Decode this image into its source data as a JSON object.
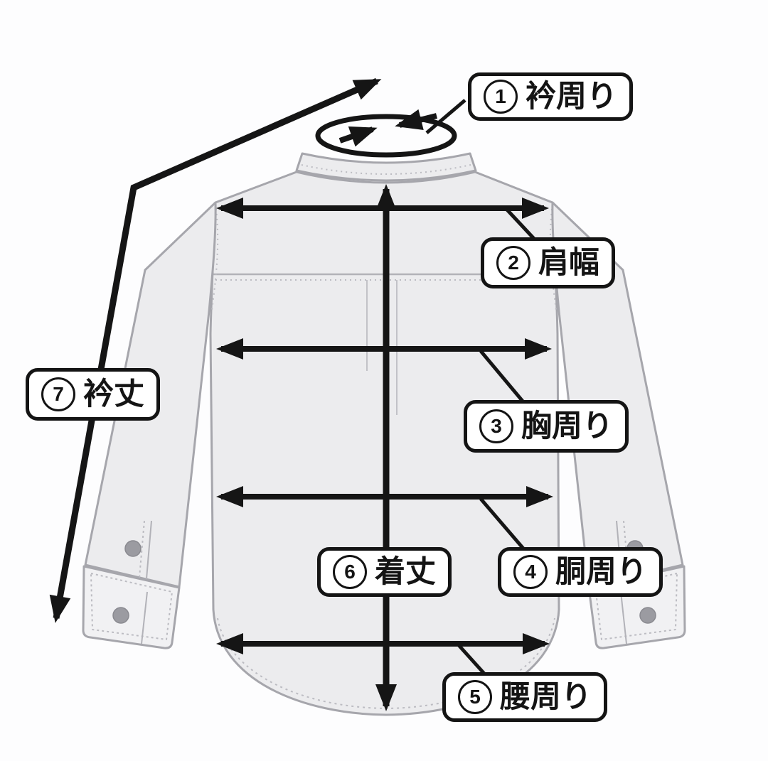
{
  "page": {
    "description": "Japanese shirt measurement guide diagram (long-sleeve shirt, back view) with numbered measurement callouts",
    "background_color": "#fdfdfe",
    "ink_color": "#151515"
  },
  "garment": {
    "type": "long-sleeve-shirt",
    "fill_color": "#ececee",
    "outline_color": "#a6a6ac",
    "stitch_color": "#bcbcc2",
    "button_color": "#9b9ba1"
  },
  "labels": [
    {
      "id": "collar-girth",
      "number": "1",
      "text": "衿周り"
    },
    {
      "id": "shoulder-width",
      "number": "2",
      "text": "肩幅"
    },
    {
      "id": "chest-girth",
      "number": "3",
      "text": "胸周り"
    },
    {
      "id": "waist-girth",
      "number": "4",
      "text": "胴周り"
    },
    {
      "id": "hip-girth",
      "number": "5",
      "text": "腰周り"
    },
    {
      "id": "body-length",
      "number": "6",
      "text": "着丈"
    },
    {
      "id": "sleeve-length",
      "number": "7",
      "text": "衿丈"
    }
  ],
  "measurements": [
    {
      "label": "① 衿周り",
      "indicator": "ellipse around collar with two converging arrows"
    },
    {
      "label": "② 肩幅",
      "indicator": "horizontal double arrow across shoulders"
    },
    {
      "label": "③ 胸周り",
      "indicator": "horizontal double arrow across chest"
    },
    {
      "label": "④ 胴周り",
      "indicator": "horizontal double arrow across waist"
    },
    {
      "label": "⑤ 腰周り",
      "indicator": "horizontal double arrow across hem"
    },
    {
      "label": "⑥ 着丈",
      "indicator": "vertical double arrow down center"
    },
    {
      "label": "⑦ 衿丈",
      "indicator": "bent double arrow from collar along sleeve to cuff"
    }
  ]
}
